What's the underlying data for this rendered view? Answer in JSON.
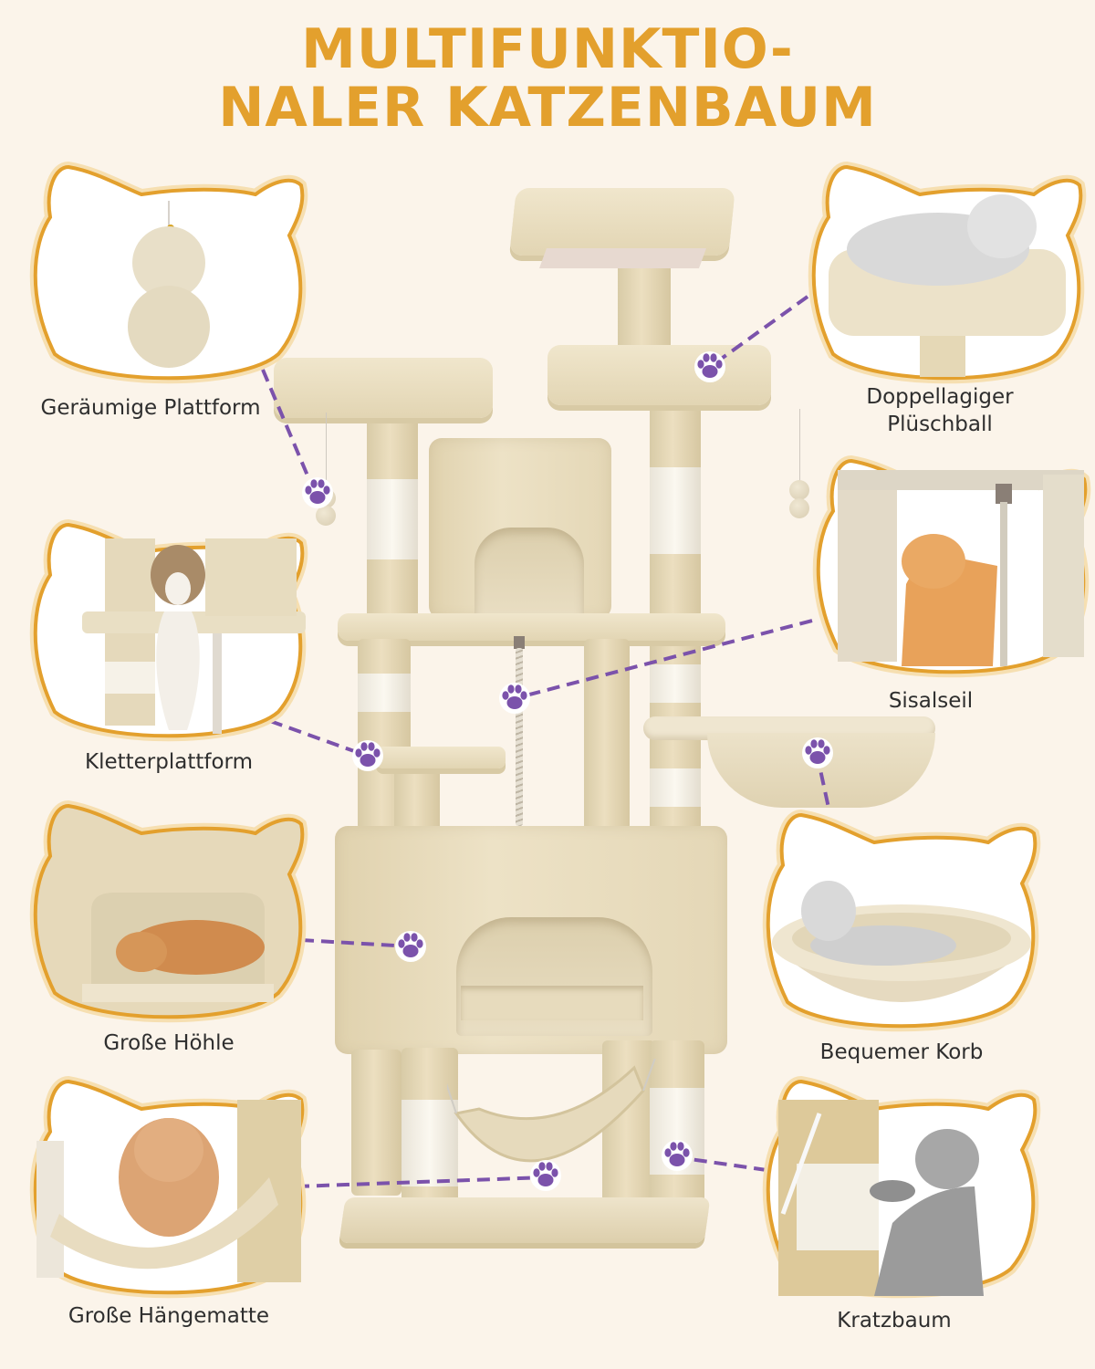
{
  "title": {
    "line1": "MULTIFUNKTIO-",
    "line2": "NALER KATZENBAUM",
    "color": "#e3a02d"
  },
  "colors": {
    "background": "#fbf4ea",
    "frame_outline": "#e3a02d",
    "frame_glow": "#f6dfb1",
    "connector": "#7b52ab",
    "caption_text": "#2e2e2e",
    "tree_fur": "#eadfc3",
    "sisal": "#f6f2e8"
  },
  "features": [
    {
      "id": "plattform",
      "label": "Geräumige Plattform",
      "image": "double-plush-ball-toy",
      "side": "left"
    },
    {
      "id": "plueschball",
      "label_line1": "Doppellagiger",
      "label_line2": "Plüschball",
      "image": "silver-tabby-cat-on-top-platform",
      "side": "right"
    },
    {
      "id": "kletterplattform",
      "label": "Kletterplattform",
      "image": "tabby-white-cat-on-platform",
      "side": "left"
    },
    {
      "id": "sisalseil",
      "label": "Sisalseil",
      "image": "orange-kitten-on-sisal-rope",
      "side": "right"
    },
    {
      "id": "hoehle",
      "label": "Große Höhle",
      "image": "orange-cat-sleeping-in-cave",
      "side": "left"
    },
    {
      "id": "korb",
      "label": "Bequemer Korb",
      "image": "silver-cat-in-basket",
      "side": "right"
    },
    {
      "id": "haengematte",
      "label": "Große Hängematte",
      "image": "fluffy-ginger-cat-in-hammock",
      "side": "left"
    },
    {
      "id": "kratzbaum",
      "label": "Kratzbaum",
      "image": "tabby-kitten-scratching-post",
      "side": "right"
    }
  ],
  "icons": {
    "marker": "paw-print-icon",
    "frame_shape": "cat-head-frame"
  }
}
